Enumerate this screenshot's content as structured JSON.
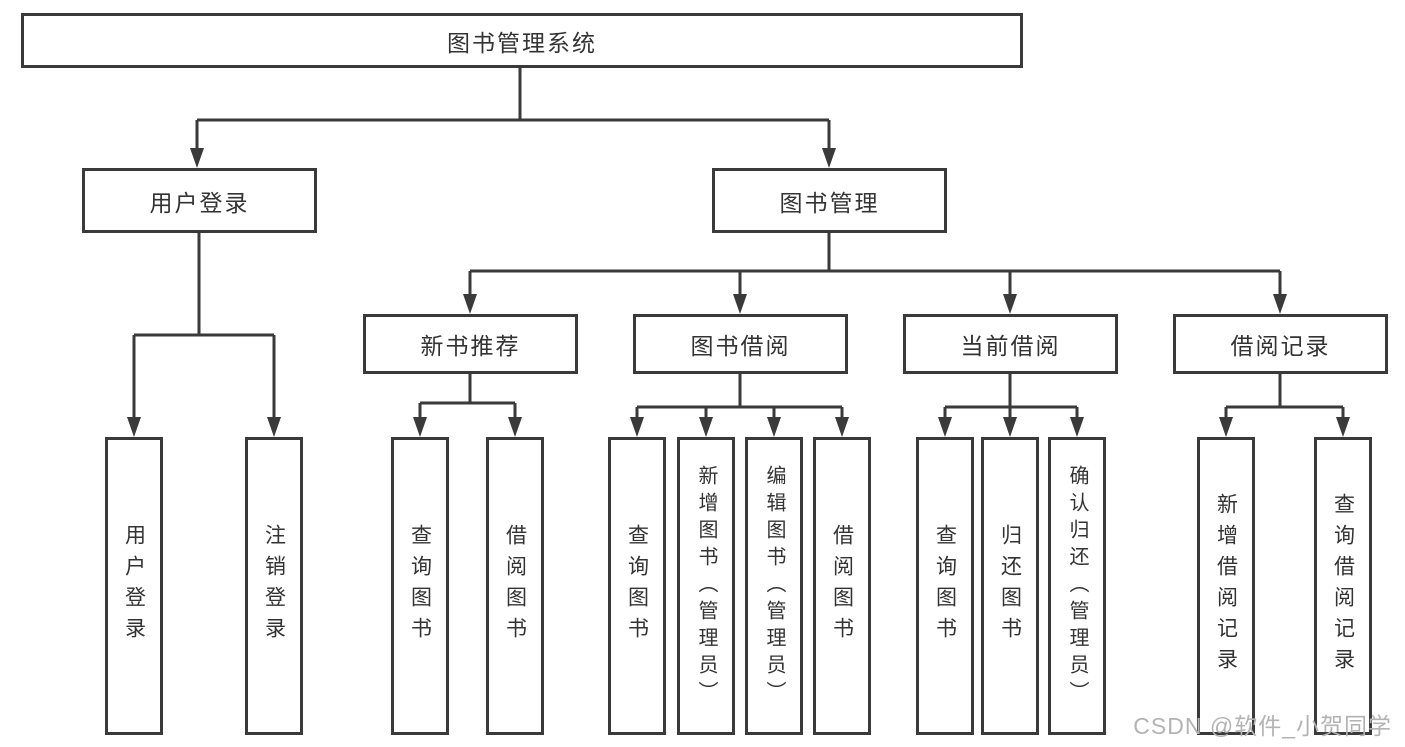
{
  "diagram": {
    "tree": {
      "root": {
        "label": "图书管理系统"
      },
      "user_login": {
        "label": "用户登录",
        "children": [
          "用户登录",
          "注销登录"
        ]
      },
      "book_management": {
        "label": "图书管理"
      },
      "new_books": {
        "label": "新书推荐",
        "children": [
          "查询图书",
          "借阅图书"
        ]
      },
      "book_borrow": {
        "label": "图书借阅",
        "children": [
          "查询图书",
          "新增图书（管理员）",
          "编辑图书（管理员）",
          "借阅图书"
        ]
      },
      "current_borrow": {
        "label": "当前借阅",
        "children": [
          "查询图书",
          "归还图书",
          "确认归还（管理员）"
        ]
      },
      "borrow_records": {
        "label": "借阅记录",
        "children": [
          "新增借阅记录",
          "查询借阅记录"
        ]
      }
    }
  },
  "watermark": {
    "text": "CSDN @软件_小贺同学"
  },
  "colors": {
    "line": "#3a3a3a",
    "text": "#333333",
    "background": "#ffffff",
    "watermark": "#b3b3b3"
  }
}
